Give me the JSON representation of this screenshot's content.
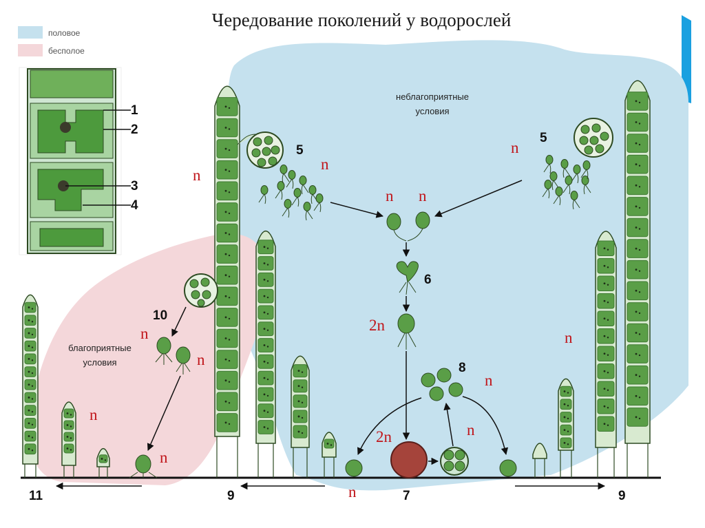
{
  "title": "Чередование поколений у водорослей",
  "legend": {
    "sexual": {
      "label": "половое",
      "color": "#c5e1ee"
    },
    "asexual": {
      "label": "бесполое",
      "color": "#f4d7da"
    }
  },
  "colors": {
    "filament_cell": "#5a9e47",
    "filament_dark": "#3f7a33",
    "filament_outline": "#2d4a22",
    "zygote": "#a5443b",
    "ploidy_text": "#c0161b",
    "ground_line": "#111111",
    "deco_accent": "#1aa0e0"
  },
  "conditions": {
    "unfavorable": [
      "неблагоприятные",
      "условия"
    ],
    "favorable": [
      "благоприятные",
      "условия"
    ]
  },
  "inset_labels": [
    "1",
    "2",
    "3",
    "4"
  ],
  "stage_numbers": {
    "zoospores_left": "5",
    "zoospores_right": "5",
    "zygote_flagellated": "6",
    "meiospores": "8",
    "zygote": "7",
    "zoospores_asexual": "10",
    "young_filaments_left": "9",
    "young_filaments_right": "9",
    "offspring": "11"
  },
  "ploidy": {
    "haploid": "n",
    "diploid": "2n"
  }
}
